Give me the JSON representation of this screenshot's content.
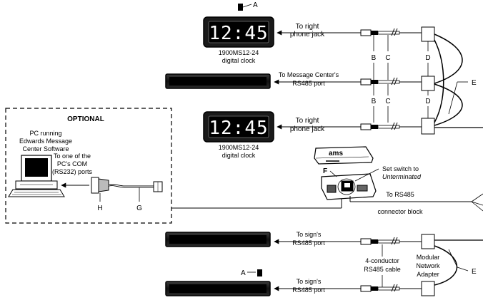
{
  "clock_top": {
    "time": "12:45",
    "label_line1": "1900MS12-24",
    "label_line2": "digital clock",
    "marker": "A"
  },
  "clock_mid": {
    "time": "12:45",
    "label_line1": "1900MS12-24",
    "label_line2": "digital clock"
  },
  "callouts": {
    "right_jack_1_line1": "To right",
    "right_jack_1_italic": "right",
    "right_jack_1_line2": "phone jack",
    "msg_center_line1": "To Message Center's",
    "msg_center_line2": "RS485 port",
    "right_jack_2_line1": "To right",
    "right_jack_2_line2": "phone jack",
    "switch_line1": "Set switch to",
    "switch_line2": "Unterminated",
    "connector_line1": "To RS485",
    "connector_line2": "connector block",
    "sign1_line1": "To sign's",
    "sign1_line2": "RS485 port",
    "sign2_line1": "To sign's",
    "sign2_line2": "RS485 port",
    "cable_line1": "4-conductor",
    "cable_line2": "RS485 cable",
    "adapter_line1": "Modular",
    "adapter_line2": "Network",
    "adapter_line3": "Adapter"
  },
  "optional_box": {
    "title": "OPTIONAL",
    "pc_line1": "PC running",
    "pc_line2": "Edwards Message",
    "pc_line3": "Center Software",
    "com_line1": "To one of the",
    "com_line2": "PC's COM",
    "com_line3": "(RS232) ports"
  },
  "converter_brand": "ams",
  "letters": {
    "A_top": "A",
    "A_bottom": "A",
    "B1": "B",
    "C1": "C",
    "B2": "B",
    "C2": "C",
    "D1": "D",
    "D2": "D",
    "E_top": "E",
    "E_bottom": "E",
    "F": "F",
    "G": "G",
    "H": "H"
  }
}
